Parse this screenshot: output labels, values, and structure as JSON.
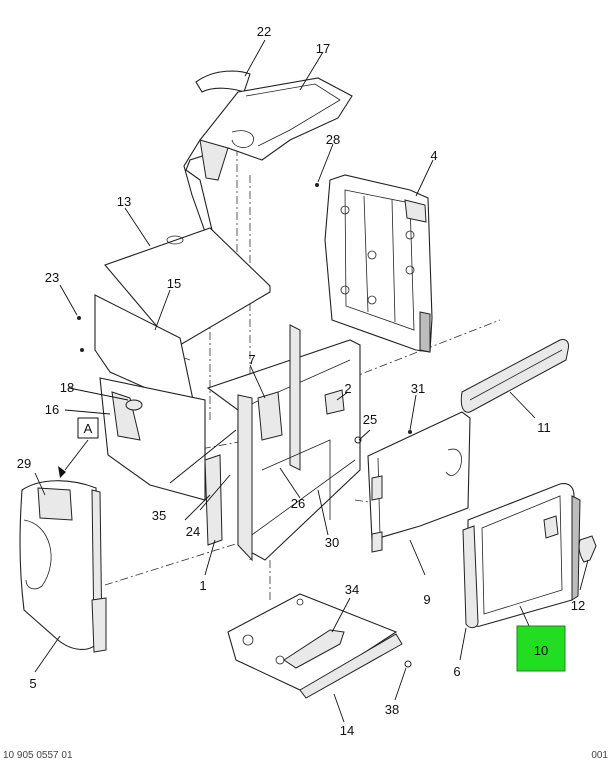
{
  "diagram": {
    "callouts": {
      "c1": "1",
      "c2": "2",
      "c4": "4",
      "c5": "5",
      "c6": "6",
      "c7": "7",
      "c9": "9",
      "c10": "10",
      "c11": "11",
      "c12": "12",
      "c13": "13",
      "c14": "14",
      "c15": "15",
      "c16": "16",
      "c17": "17",
      "c18": "18",
      "c22": "22",
      "c23": "23",
      "c24": "24",
      "c25": "25",
      "c26": "26",
      "c28": "28",
      "c29": "29",
      "c30": "30",
      "c31": "31",
      "c34": "34",
      "c35": "35",
      "c38": "38"
    },
    "view_label": "A",
    "highlight_color": "#22dd22"
  },
  "footer": {
    "left": "10 905 0557 01",
    "right": "001"
  }
}
